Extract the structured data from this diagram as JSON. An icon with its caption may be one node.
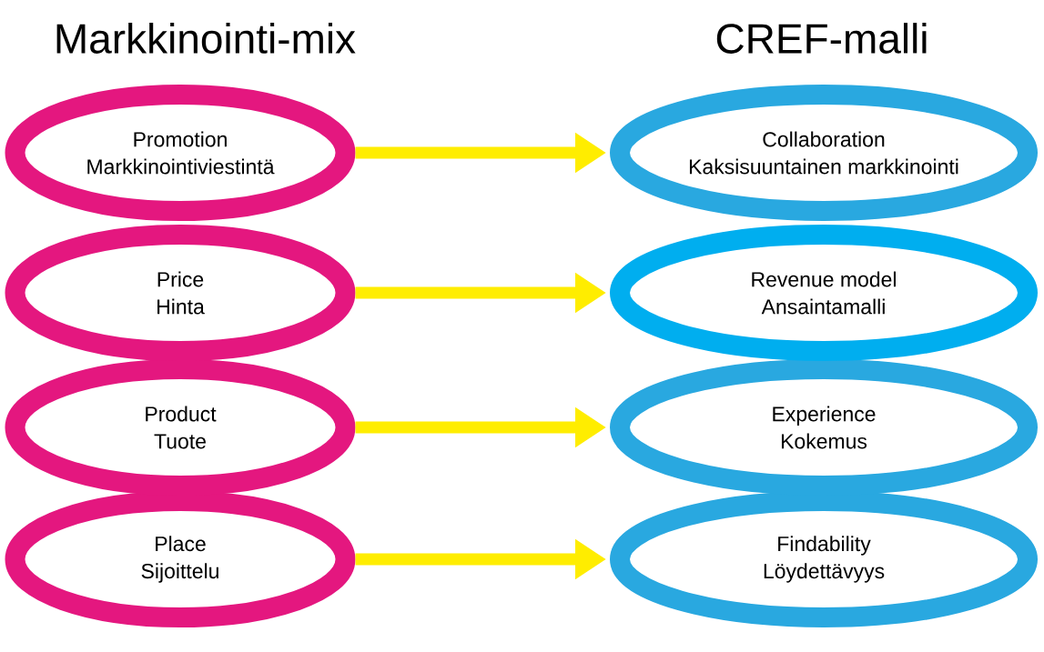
{
  "diagram": {
    "nodes": [
      {
        "text": [
          "Promotion",
          "Markkinointiviestintä"
        ]
      },
      {
        "text": [
          "Price",
          "Hinta"
        ]
      },
      {
        "text": [
          "Product",
          "Tuote"
        ]
      },
      {
        "text": [
          "Place",
          "Sijoittelu"
        ]
      },
      {
        "text": [
          "Collaboration",
          "Kaksisuuntainen markkinointi"
        ]
      },
      {
        "text": [
          "Revenue model",
          "Ansaintamalli"
        ]
      },
      {
        "text": [
          "Experience",
          "Kokemus"
        ]
      },
      {
        "text": [
          "Findability",
          "Löydettävyys"
        ]
      }
    ],
    "edges": [
      {
        "from": 0,
        "to": 4,
        "arrow": "to"
      },
      {
        "from": 1,
        "to": 5,
        "arrow": "to"
      },
      {
        "from": 2,
        "to": 6,
        "arrow": "to"
      },
      {
        "from": 3,
        "to": 7,
        "arrow": "to"
      }
    ],
    "labels": [
      "Markkinointi-mix",
      "CREF-malli"
    ]
  }
}
